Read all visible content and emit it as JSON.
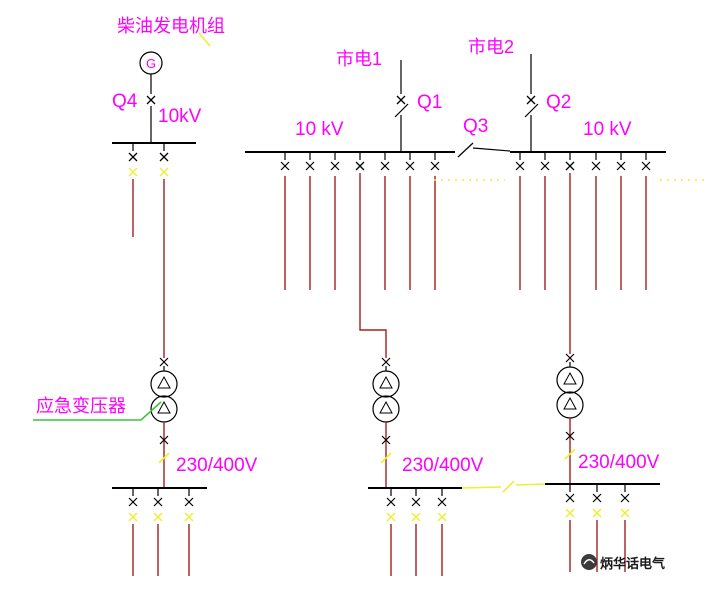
{
  "diagram": {
    "generator_label": "柴油发电机组",
    "generator_letter": "G",
    "sources": {
      "mains1": "市电1",
      "mains2": "市电2"
    },
    "breakers": {
      "q1": "Q1",
      "q2": "Q2",
      "q3": "Q3",
      "q4": "Q4"
    },
    "voltages": {
      "hv_left": "10kV",
      "hv_mid": "10 kV",
      "hv_right": "10 kV",
      "lv_left": "230/400V",
      "lv_mid": "230/400V",
      "lv_right": "230/400V"
    },
    "transformer_label": "应急变压器"
  },
  "watermark": {
    "brand": "炳华话电气"
  },
  "colors": {
    "label_magenta": "#ff00ff",
    "circuit_red": "#a02020",
    "bus_black": "#000000",
    "tie_yellow": "#f0ee30",
    "pointer_green": "#3cc43c"
  }
}
